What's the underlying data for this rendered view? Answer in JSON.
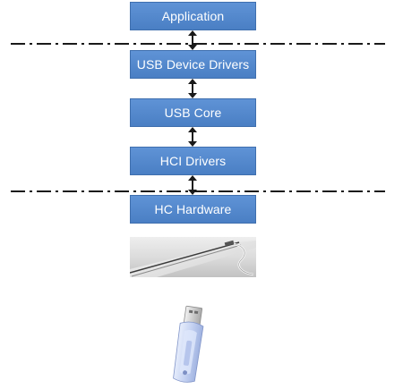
{
  "diagram": {
    "layers": [
      {
        "label": "Application"
      },
      {
        "label": "USB Device Drivers"
      },
      {
        "label": "USB Core"
      },
      {
        "label": "HCI Drivers"
      },
      {
        "label": "HC Hardware"
      }
    ],
    "colors": {
      "box_fill": "#4f86c9",
      "box_border": "#3f6fae",
      "box_text": "#ffffff",
      "arrow": "#1a1a1a",
      "boundary_line": "#1a1a1a"
    },
    "icons": [
      "double-arrow-icon",
      "usb-cable-photo",
      "usb-flash-drive-icon"
    ]
  }
}
